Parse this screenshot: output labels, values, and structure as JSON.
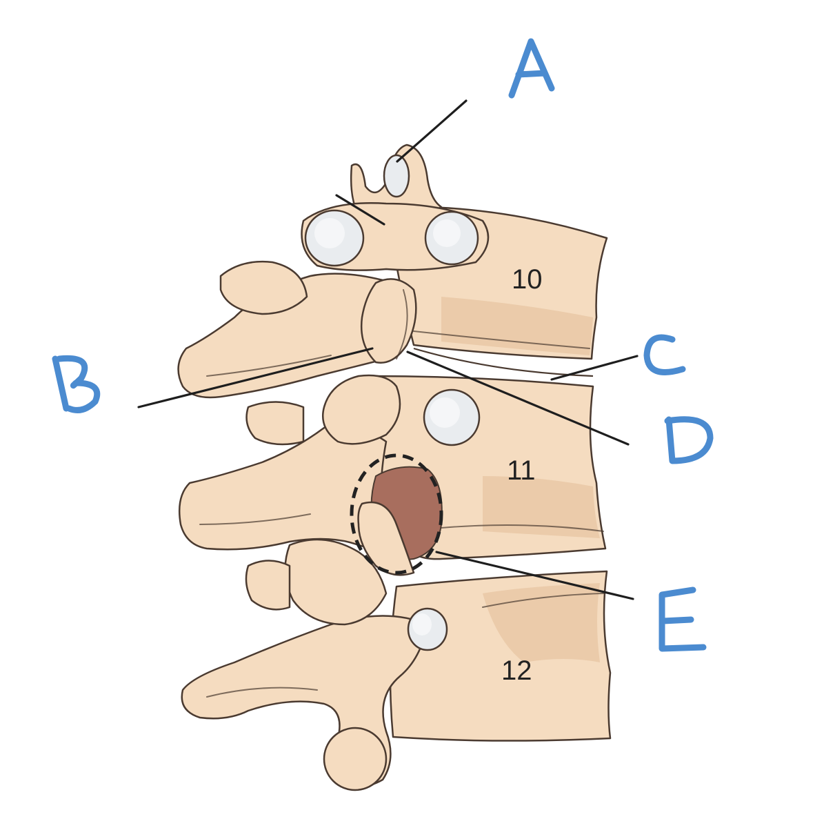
{
  "colors": {
    "bone": "#f5dcc0",
    "bone_shade": "#e2bd98",
    "outline": "#4a3a30",
    "facet": "#e9ecef",
    "foramen": "#a86e5e",
    "leader": "#1e1e1e",
    "label": "#4b8bd0",
    "dashed": "#222222"
  },
  "vertebrae": [
    {
      "number": "10"
    },
    {
      "number": "11"
    },
    {
      "number": "12"
    }
  ],
  "labels": [
    {
      "letter": "A"
    },
    {
      "letter": "B"
    },
    {
      "letter": "C"
    },
    {
      "letter": "D"
    },
    {
      "letter": "E"
    }
  ]
}
